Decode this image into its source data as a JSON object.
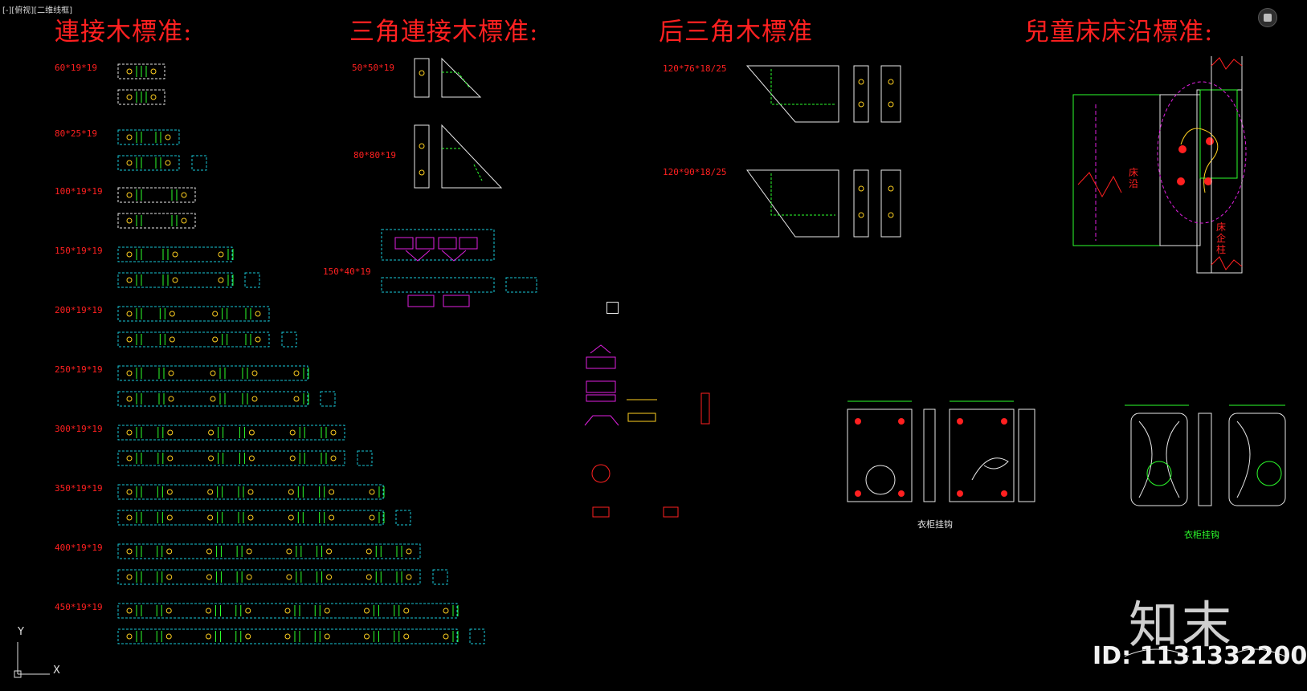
{
  "viewport": {
    "label": "[-][俯视][二维线框]"
  },
  "titles": {
    "connect": "連接木標准:",
    "triangle_connect": "三角連接木標准:",
    "rear_triangle": "后三角木標准",
    "kids_bed_rail": "兒童床床沿標准:"
  },
  "connect_sizes": [
    "60*19*19",
    "80*25*19",
    "100*19*19",
    "150*19*19",
    "200*19*19",
    "250*19*19",
    "300*19*19",
    "350*19*19",
    "400*19*19",
    "450*19*19"
  ],
  "triangle_sizes": [
    "50*50*19",
    "80*80*19",
    "150*40*19"
  ],
  "rear_triangle_sizes": [
    "120*76*18/25",
    "120*90*18/25"
  ],
  "bed_rail": {
    "rail_label": "床沿",
    "post_label": "床企柱"
  },
  "hooks": {
    "caption_left": "衣柜挂钩",
    "caption_right": "衣柜挂钩"
  },
  "brand": {
    "logo": "知末",
    "id": "ID: 1131332200"
  },
  "axis": {
    "y": "Y",
    "x": "X"
  },
  "colors": {
    "title": "#ff2020",
    "cyan": "#18c8d8",
    "green": "#2cff2c",
    "magenta": "#e020e0",
    "yellow": "#ffd020",
    "white": "#e8e8e8"
  }
}
